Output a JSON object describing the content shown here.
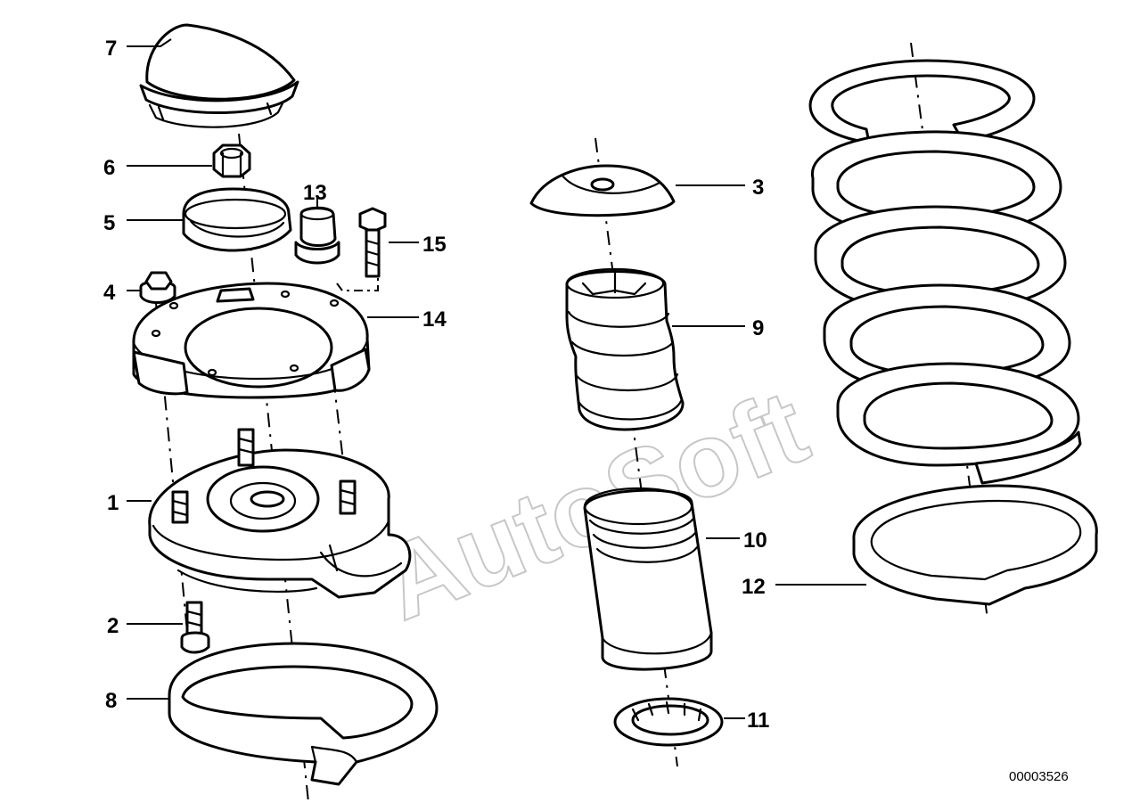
{
  "callouts": {
    "c1": "1",
    "c2": "2",
    "c3": "3",
    "c4": "4",
    "c5": "5",
    "c6": "6",
    "c7": "7",
    "c8": "8",
    "c9": "9",
    "c10": "10",
    "c11": "11",
    "c12": "12",
    "c13": "13",
    "c14": "14",
    "c15": "15"
  },
  "watermark": "AutoSoft",
  "document_number": "00003526",
  "colors": {
    "line": "#000000",
    "background": "#ffffff",
    "watermark": "#9a9a9a"
  }
}
